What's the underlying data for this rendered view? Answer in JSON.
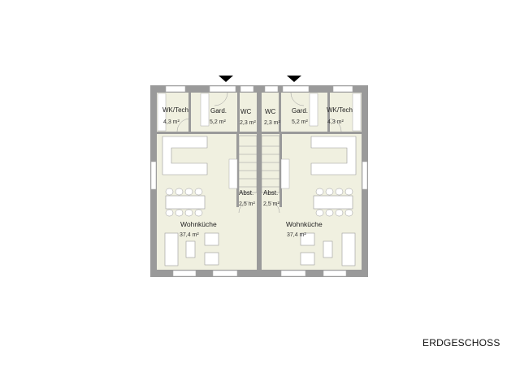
{
  "drawing": {
    "title": "ERDGESCHOSS",
    "colors": {
      "wall": "#9a9a9a",
      "floor": "#f0f0e0",
      "furniture": "#ffffff",
      "line": "#8a8a8a",
      "entry_arrow": "#000000"
    }
  },
  "units": [
    {
      "side": "left",
      "rooms": [
        {
          "name": "WK/Tech",
          "area": "4,3 m²"
        },
        {
          "name": "Gard.",
          "area": "5,2 m²"
        },
        {
          "name": "WC",
          "area": "2,3 m²"
        },
        {
          "name": "Abst.",
          "area": "2,5 m²"
        },
        {
          "name": "Wohnküche",
          "area": "37,4 m²"
        }
      ]
    },
    {
      "side": "right",
      "rooms": [
        {
          "name": "WC",
          "area": "2,3 m²"
        },
        {
          "name": "Gard.",
          "area": "5,2 m²"
        },
        {
          "name": "WK/Tech",
          "area": "4,3 m²"
        },
        {
          "name": "Abst.",
          "area": "2,5 m²"
        },
        {
          "name": "Wohnküche",
          "area": "37,4 m²"
        }
      ]
    }
  ]
}
